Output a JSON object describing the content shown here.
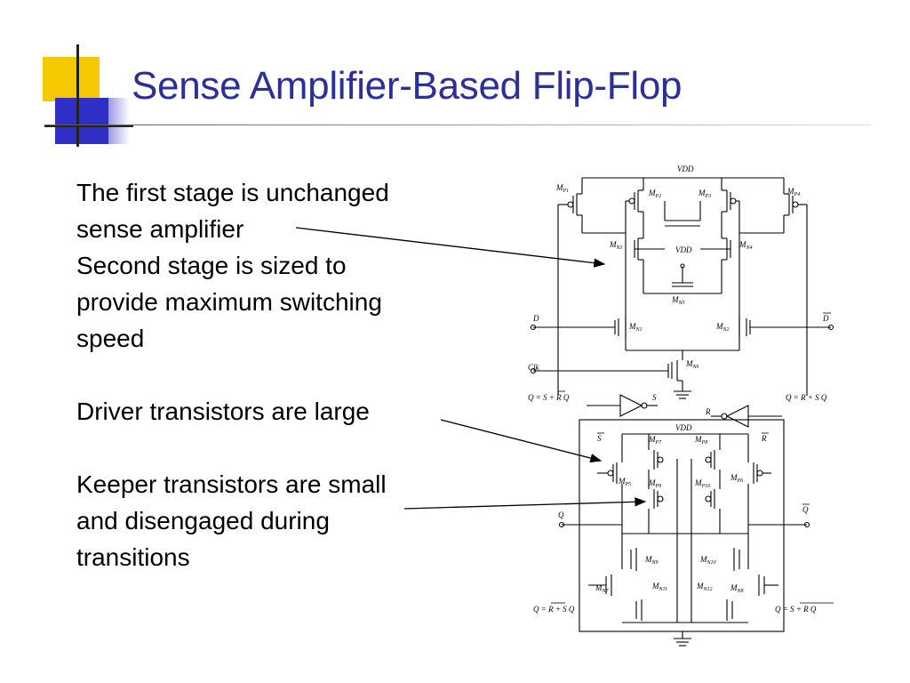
{
  "slide": {
    "title": "Sense Amplifier-Based Flip-Flop",
    "paragraphs": [
      {
        "lines": [
          "The first stage is unchanged",
          "sense amplifier",
          "Second stage is sized to",
          "provide maximum switching",
          "speed"
        ]
      },
      {
        "lines": [
          "Driver transistors are large"
        ]
      },
      {
        "lines": [
          "Keeper transistors are small",
          "and disengaged during",
          "transitions"
        ]
      }
    ],
    "accent_colors": {
      "title": "#2b2f9a",
      "square_yellow": "#f5c800",
      "square_blue": "#2f2fc8"
    }
  },
  "schematic": {
    "labels": {
      "vdd_top": "VDD",
      "vdd_mid": "VDD",
      "vdd_inner": "VDD",
      "d": "D",
      "d_bar": "D",
      "clk": "Clk",
      "s_node": "S",
      "r_node": "R",
      "s_bar": "S",
      "r_bar": "R",
      "q_out": "Q",
      "q_bar_out": "Q",
      "eq_left_top": "Q = S + R Q",
      "eq_right_top": "Q = R + S Q",
      "eq_left_bottom": "Q = R + S Q",
      "eq_right_bottom": "Q = S + R Q"
    },
    "transistors": [
      "MP1",
      "MP2",
      "MP3",
      "MP4",
      "MN3",
      "MN4",
      "MN5",
      "MN1",
      "MN2",
      "MN6",
      "MP5",
      "MP7",
      "MP8",
      "MP6",
      "MP9",
      "MP10",
      "MN9",
      "MN10",
      "MN7",
      "MN11",
      "MN12",
      "MN8"
    ]
  }
}
